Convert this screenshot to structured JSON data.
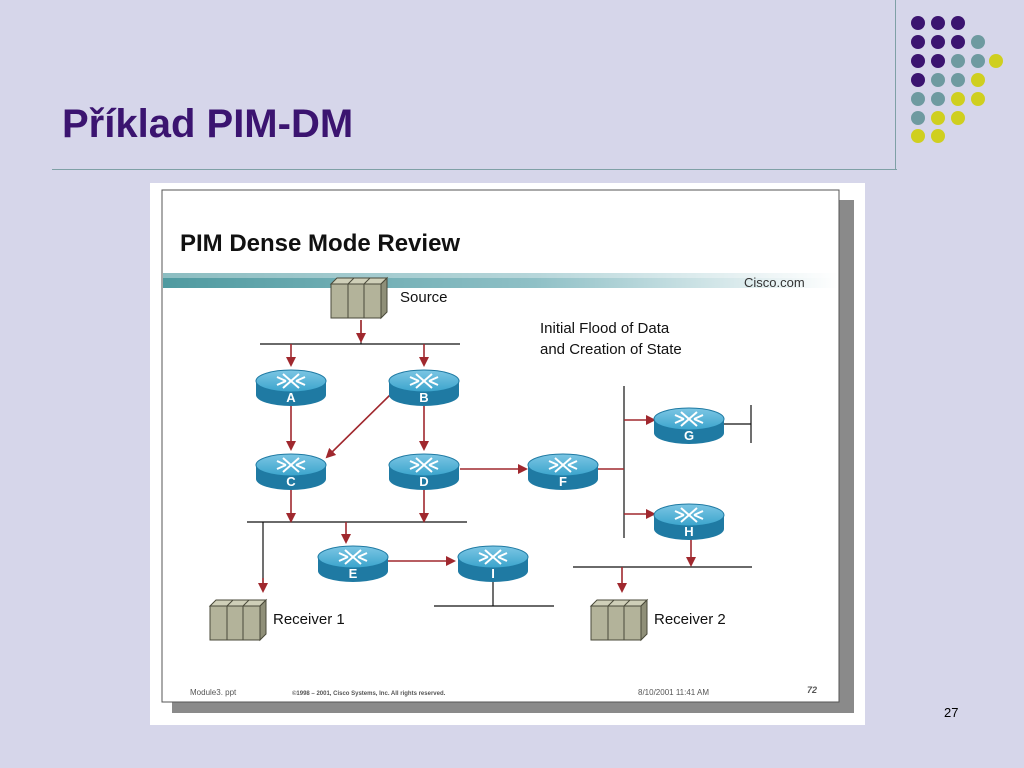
{
  "slide": {
    "title": "Příklad PIM-DM",
    "page_number": "27"
  },
  "colors": {
    "title": "#3b1470",
    "background": "#d6d6ea",
    "dot_purple": "#3b1470",
    "dot_teal": "#6e9aa0",
    "dot_yellow": "#cfcf1f",
    "arrow": "#a0282e",
    "router": "#2a8fb8"
  },
  "figure": {
    "heading": "PIM Dense Mode Review",
    "brand": "Cisco.com",
    "note_line1": "Initial Flood of Data",
    "note_line2": "and Creation of State",
    "source_label": "Source",
    "receiver1_label": "Receiver 1",
    "receiver2_label": "Receiver 2",
    "routers": {
      "a": "A",
      "b": "B",
      "c": "C",
      "d": "D",
      "e": "E",
      "f": "F",
      "g": "G",
      "h": "H",
      "i": "I"
    },
    "footer_left": "Module3. ppt",
    "footer_copyright": "©1998 – 2001, Cisco Systems, Inc. All rights reserved.",
    "footer_date": "8/10/2001 11:41 AM",
    "footer_page": "72"
  }
}
